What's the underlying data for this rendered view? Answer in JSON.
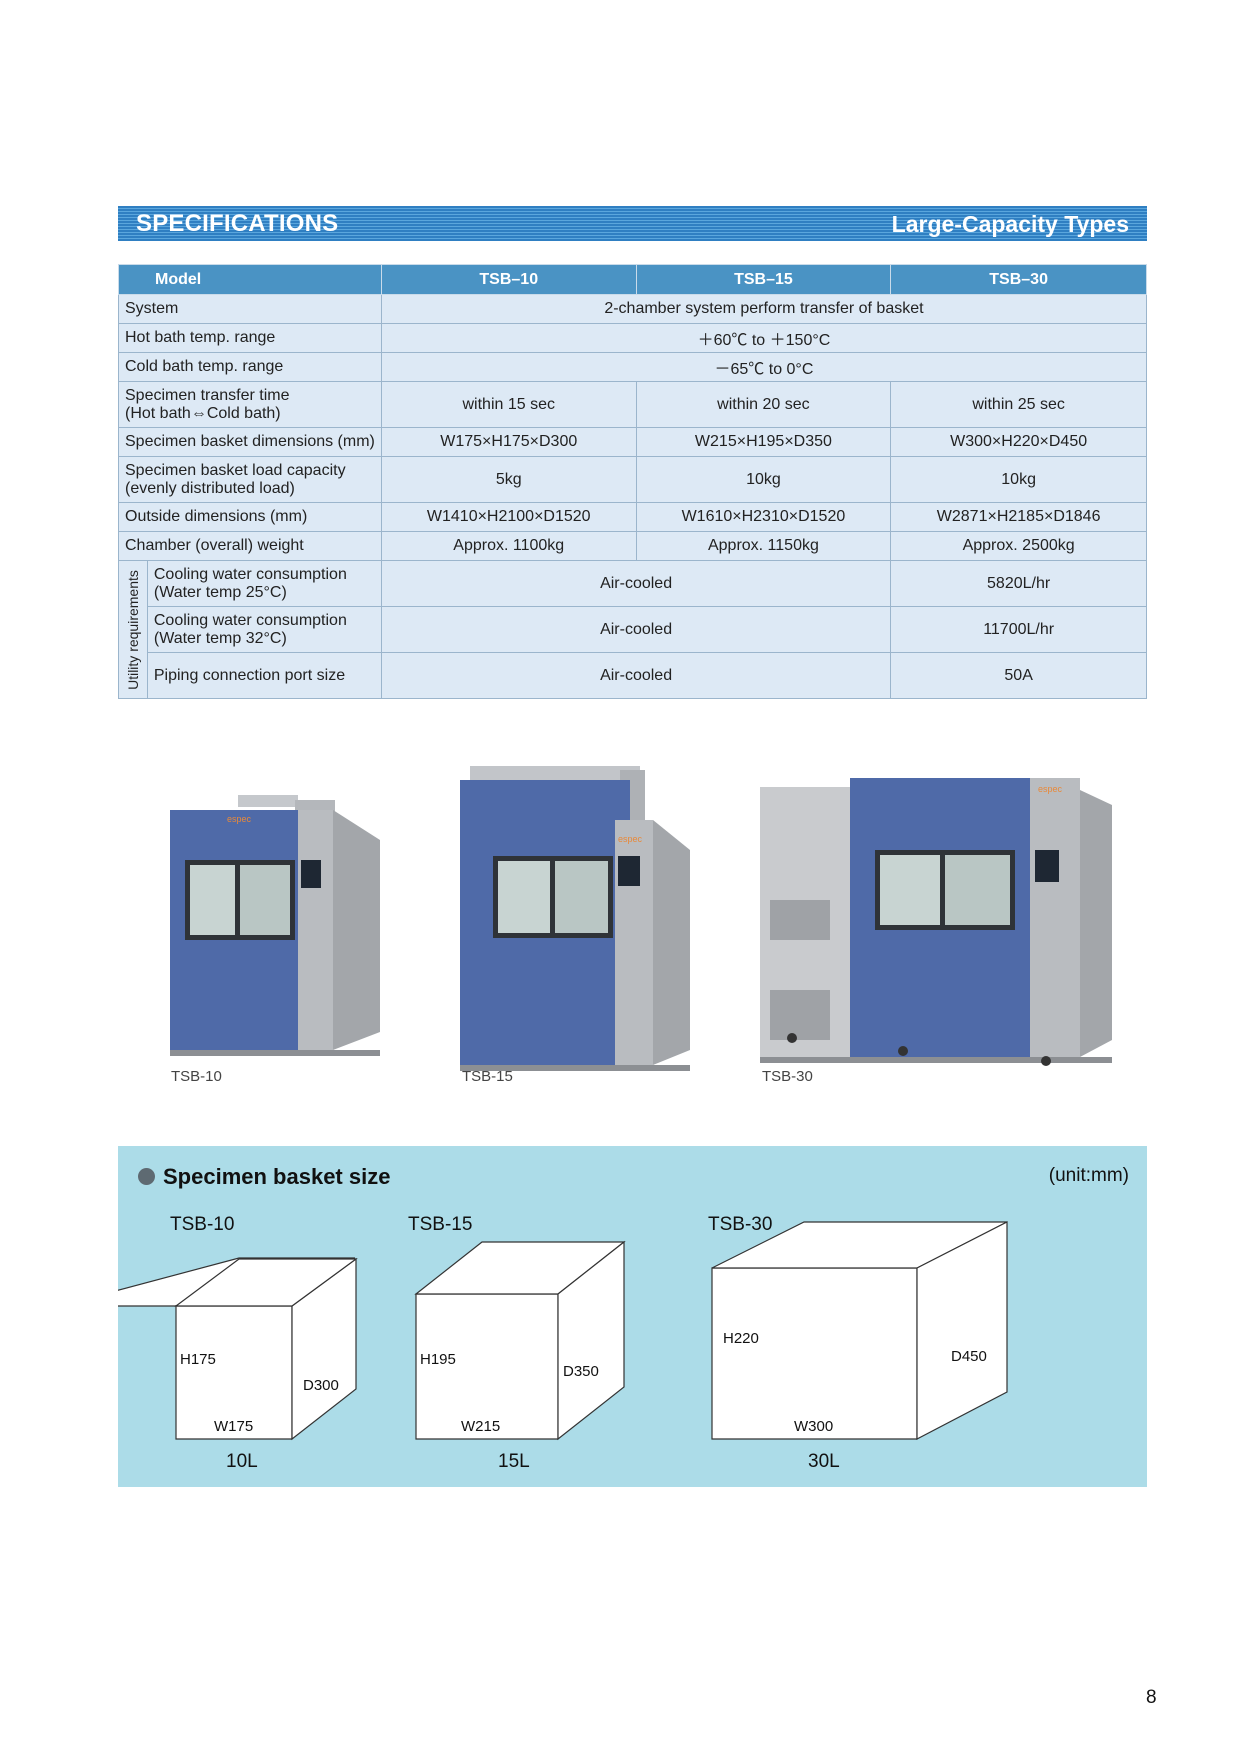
{
  "header": {
    "left": "SPECIFICATIONS",
    "right": "Large-Capacity Types"
  },
  "table": {
    "columns": [
      "Model",
      "TSB–10",
      "TSB–15",
      "TSB–30"
    ],
    "rows": {
      "system": {
        "label": "System",
        "value": "2-chamber system perform transfer of basket"
      },
      "hot": {
        "label": "Hot bath temp. range",
        "value": "＋60℃ to ＋150°C"
      },
      "cold": {
        "label": "Cold bath temp. range",
        "value": "－65℃ to 0°C"
      },
      "transfer": {
        "label1": "Specimen transfer time",
        "label2": "(Hot bath⇔Cold bath)",
        "v1": "within 15 sec",
        "v2": "within 20 sec",
        "v3": "within 25 sec"
      },
      "basket_dim": {
        "label": "Specimen basket dimensions (mm)",
        "v1": "W175×H175×D300",
        "v2": "W215×H195×D350",
        "v3": "W300×H220×D450"
      },
      "load": {
        "label1": "Specimen basket load capacity",
        "label2": "(evenly distributed load)",
        "v1": "5kg",
        "v2": "10kg",
        "v3": "10kg"
      },
      "outside": {
        "label": "Outside dimensions (mm)",
        "v1": "W1410×H2100×D1520",
        "v2": "W1610×H2310×D1520",
        "v3": "W2871×H2185×D1846"
      },
      "weight": {
        "label": "Chamber (overall) weight",
        "v1": "Approx. 1100kg",
        "v2": "Approx. 1150kg",
        "v3": "Approx. 2500kg"
      },
      "utility_label": "Utility requirements",
      "cw25": {
        "label1": "Cooling water consumption",
        "label2": "(Water temp 25°C)",
        "v12": "Air-cooled",
        "v3": "5820L/hr"
      },
      "cw32": {
        "label1": "Cooling water consumption",
        "label2": "(Water temp 32°C)",
        "v12": "Air-cooled",
        "v3": "11700L/hr"
      },
      "piping": {
        "label": "Piping connection port size",
        "v12": "Air-cooled",
        "v3": "50A"
      }
    }
  },
  "machines": {
    "captions": [
      "TSB-10",
      "TSB-15",
      "TSB-30"
    ],
    "brand": "espec"
  },
  "baskets": {
    "title": "Specimen basket size",
    "unit": "(unit:mm)",
    "items": [
      {
        "name": "TSB-10",
        "h": "H175",
        "w": "W175",
        "d": "D300",
        "vol": "10L"
      },
      {
        "name": "TSB-15",
        "h": "H195",
        "w": "W215",
        "d": "D350",
        "vol": "15L"
      },
      {
        "name": "TSB-30",
        "h": "H220",
        "w": "W300",
        "d": "D450",
        "vol": "30L"
      }
    ]
  },
  "page_number": "8",
  "colors": {
    "header_blue": "#2f7fc2",
    "table_header": "#4a93c4",
    "table_cell": "#dde9f5",
    "panel_bg": "#acdce8",
    "chamber_blue": "#4f6aa8",
    "chamber_grey": "#b9bcc0"
  }
}
